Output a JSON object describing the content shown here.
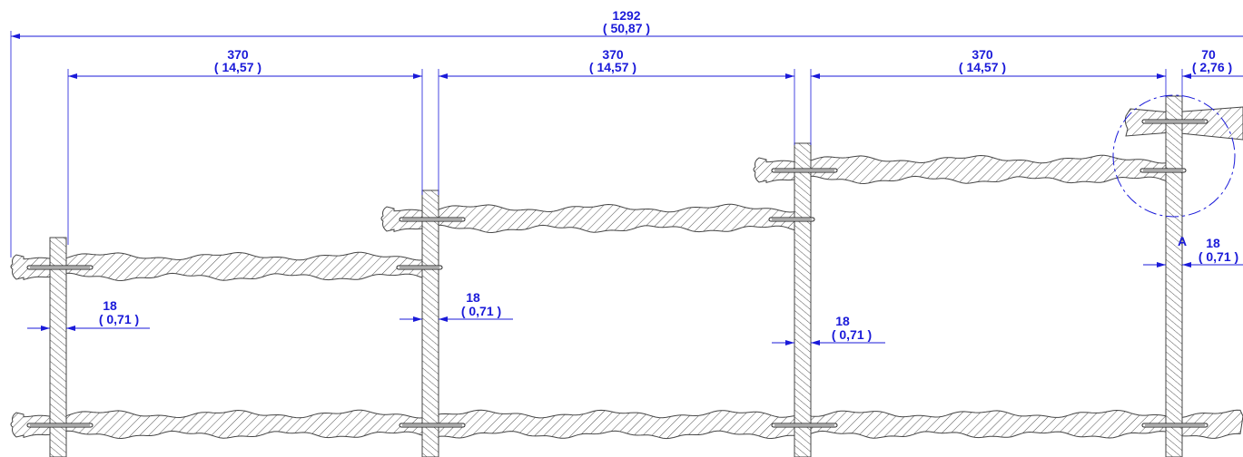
{
  "drawing": {
    "line_color": "#1a1ad9",
    "section_color": "#444444",
    "background": "#ffffff"
  },
  "dimensions": {
    "overall": {
      "mm": "1292",
      "in": "( 50,87 )"
    },
    "bay_1": {
      "mm": "370",
      "in": "( 14,57 )"
    },
    "bay_2": {
      "mm": "370",
      "in": "( 14,57 )"
    },
    "bay_3": {
      "mm": "370",
      "in": "( 14,57 )"
    },
    "overhang": {
      "mm": "70",
      "in": "( 2,76 )"
    },
    "post_1_thickness": {
      "mm": "18",
      "in": "( 0,71 )"
    },
    "post_2_thickness": {
      "mm": "18",
      "in": "( 0,71 )"
    },
    "post_3_thickness": {
      "mm": "18",
      "in": "( 0,71 )"
    },
    "post_4_thickness": {
      "mm": "18",
      "in": "( 0,71 )"
    }
  },
  "detail": {
    "label": "A"
  }
}
